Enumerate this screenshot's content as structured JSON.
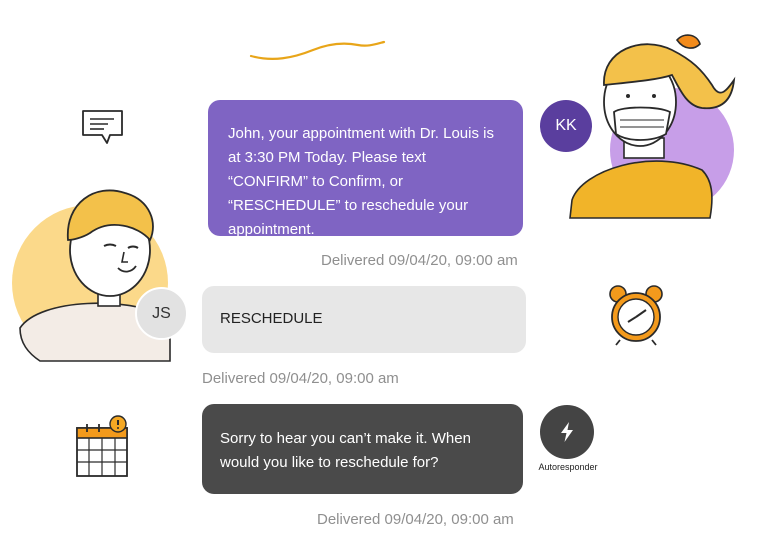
{
  "messages": {
    "outgoing_text": "John, your appointment with Dr. Louis is at 3:30 PM Today. Please text “CONFIRM” to Confirm, or “RESCHEDULE” to reschedule your appointment.",
    "outgoing_status": "Delivered 09/04/20, 09:00 am",
    "reply_text": "RESCHEDULE",
    "reply_status": "Delivered 09/04/20, 09:00 am",
    "auto_text": "Sorry to hear you can’t make it. When would you like to reschedule for?",
    "auto_status": "Delivered 09/04/20, 09:00 am"
  },
  "avatars": {
    "staff_initials": "KK",
    "patient_initials": "JS",
    "autoresponder_icon": "lightning-bolt-icon",
    "autoresponder_label": "Autoresponder"
  },
  "decorations": {
    "chat_icon": "chat-message-icon",
    "alarm_icon": "alarm-clock-icon",
    "calendar_icon": "calendar-alert-icon"
  },
  "colors": {
    "purple_bubble": "#7f64c3",
    "gray_bubble": "#e7e7e7",
    "dark_bubble": "#4a4a4a",
    "status_text": "#8f8f8f",
    "staff_badge": "#5a3e9e",
    "accent_orange": "#f0a818"
  }
}
